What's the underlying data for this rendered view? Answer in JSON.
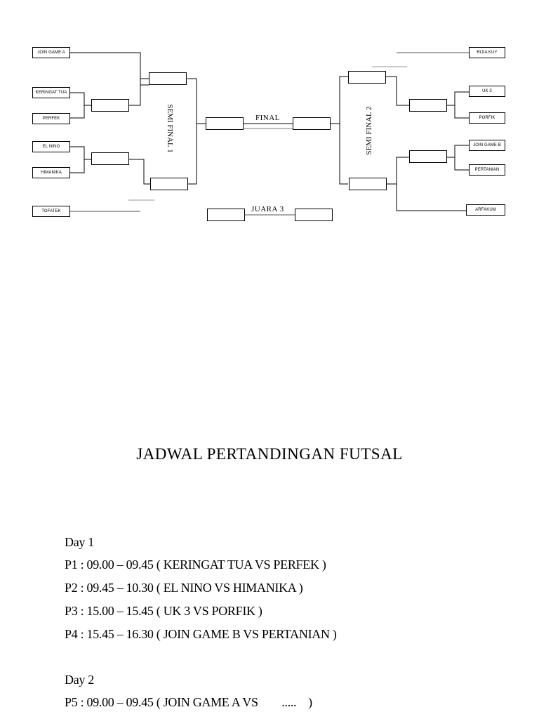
{
  "bracket": {
    "left_teams": [
      "JOIN GAME A",
      "KERINGAT TUA",
      "PERFEK",
      "EL NINO",
      "HIMANIKA",
      "TOFATEK"
    ],
    "right_teams": [
      "RIJIA KUY",
      "UK 3",
      "PORFIK",
      "JOIN GAME B",
      "PERTANIAN",
      "ARFAKUM"
    ],
    "semi_final_1": "SEMI FINAL 1",
    "semi_final_2": "SEMI FINAL 2",
    "final": "FINAL",
    "third_place": "JUARA 3"
  },
  "title": "JADWAL PERTANDINGAN FUTSAL",
  "schedule": {
    "day1": {
      "heading": "Day 1",
      "matches": [
        "P1 : 09.00 – 09.45 ( KERINGAT TUA VS PERFEK )",
        "P2 : 09.45 – 10.30 ( EL NINO VS HIMANIKA )",
        "P3 : 15.00 – 15.45 ( UK 3 VS PORFIK )",
        "P4 : 15.45 – 16.30 ( JOIN GAME B VS PERTANIAN )"
      ]
    },
    "day2": {
      "heading": "Day 2",
      "matches": [
        "P5 : 09.00 – 09.45 ( JOIN GAME A VS        .....    )"
      ]
    }
  }
}
